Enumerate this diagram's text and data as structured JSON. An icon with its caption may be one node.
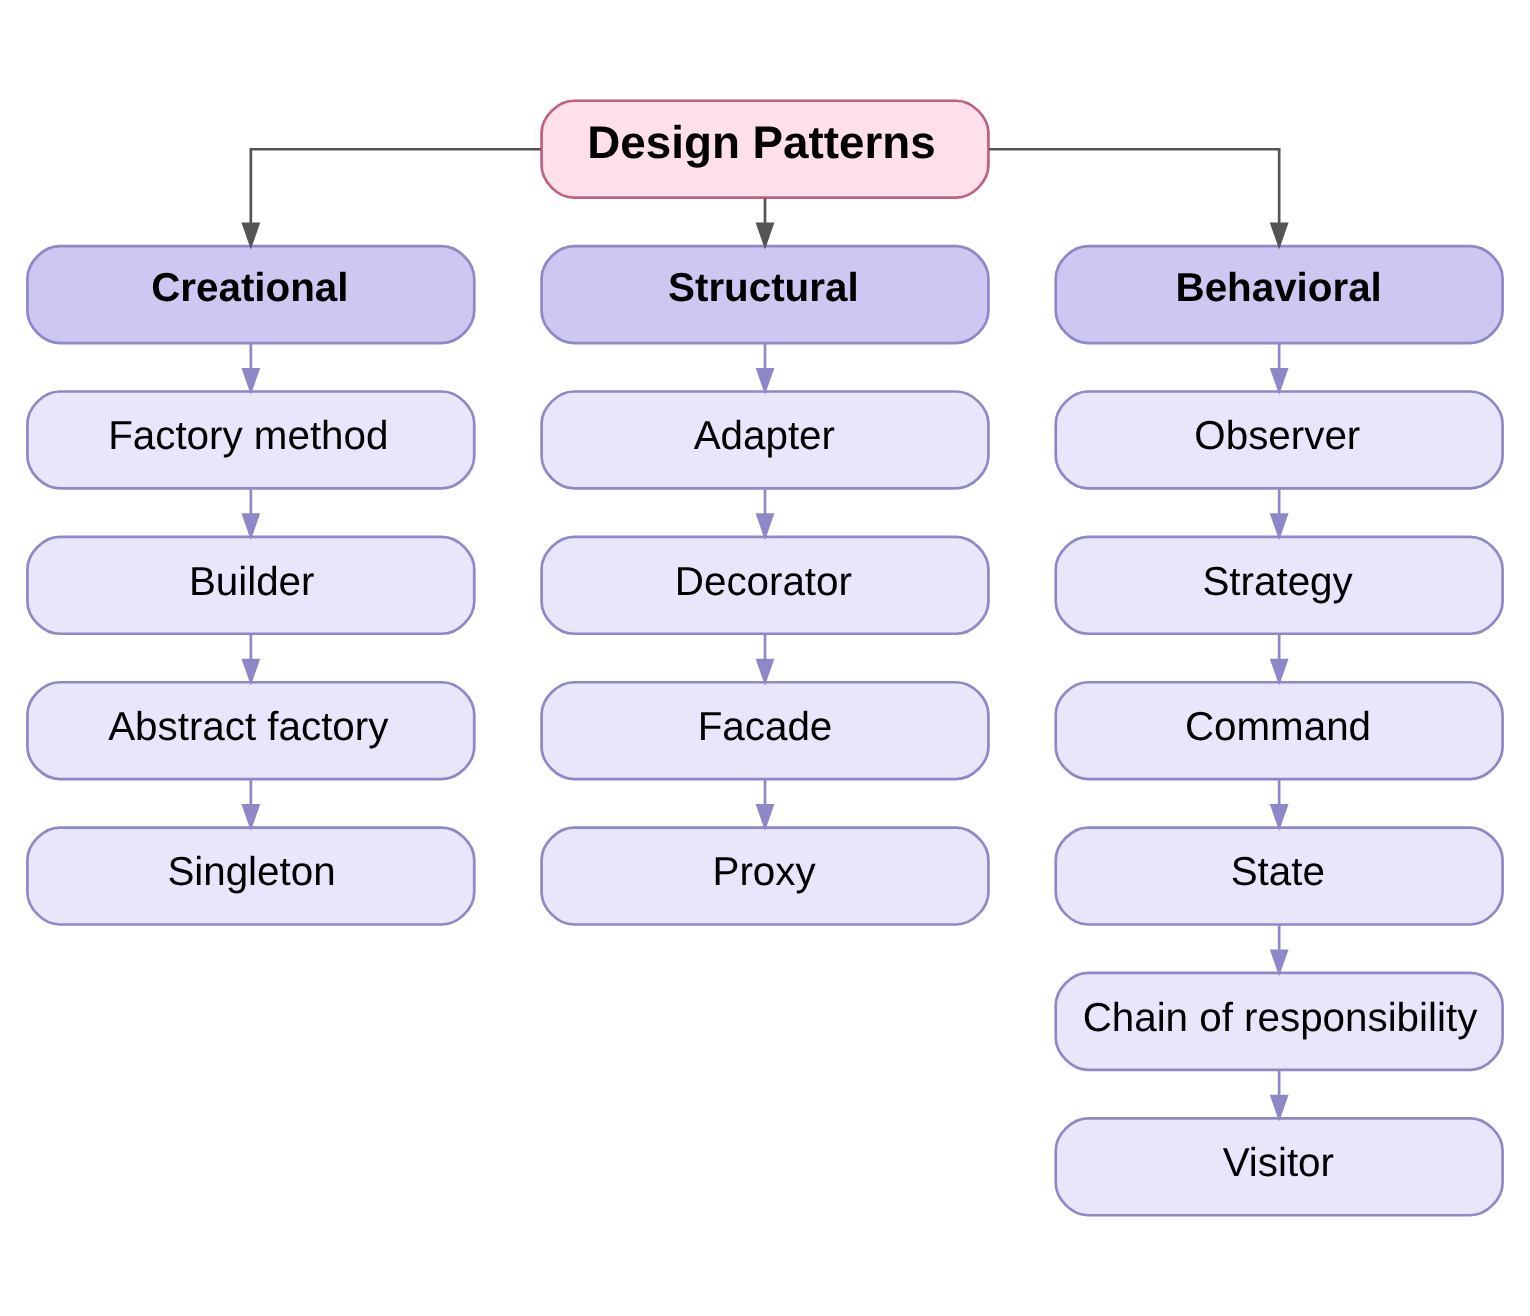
{
  "diagram": {
    "nodes": [
      {
        "text": [
          "Design Patterns"
        ]
      },
      {
        "text": [
          "Creational"
        ]
      },
      {
        "text": [
          "Factory method"
        ]
      },
      {
        "text": [
          "Builder"
        ]
      },
      {
        "text": [
          "Abstract factory"
        ]
      },
      {
        "text": [
          "Singleton"
        ]
      },
      {
        "text": [
          "Structural"
        ]
      },
      {
        "text": [
          "Adapter"
        ]
      },
      {
        "text": [
          "Decorator"
        ]
      },
      {
        "text": [
          "Facade"
        ]
      },
      {
        "text": [
          "Proxy"
        ]
      },
      {
        "text": [
          "Behavioral"
        ]
      },
      {
        "text": [
          "Observer"
        ]
      },
      {
        "text": [
          "Strategy"
        ]
      },
      {
        "text": [
          "Command"
        ]
      },
      {
        "text": [
          "State"
        ]
      },
      {
        "text": [
          "Chain of responsibility"
        ]
      },
      {
        "text": [
          "Visitor"
        ]
      }
    ],
    "edges": [
      {
        "from": 0,
        "to": 1,
        "arrow": "to",
        "color": "#555555"
      },
      {
        "from": 0,
        "to": 6,
        "arrow": "to",
        "color": "#555555"
      },
      {
        "from": 0,
        "to": 11,
        "arrow": "to",
        "color": "#555555"
      },
      {
        "from": 1,
        "to": 2,
        "arrow": "to"
      },
      {
        "from": 2,
        "to": 3,
        "arrow": "to"
      },
      {
        "from": 3,
        "to": 4,
        "arrow": "to"
      },
      {
        "from": 4,
        "to": 5,
        "arrow": "to"
      },
      {
        "from": 6,
        "to": 7,
        "arrow": "to"
      },
      {
        "from": 7,
        "to": 8,
        "arrow": "to"
      },
      {
        "from": 8,
        "to": 9,
        "arrow": "to"
      },
      {
        "from": 9,
        "to": 10,
        "arrow": "to"
      },
      {
        "from": 11,
        "to": 12,
        "arrow": "to"
      },
      {
        "from": 12,
        "to": 13,
        "arrow": "to"
      },
      {
        "from": 13,
        "to": 14,
        "arrow": "to"
      },
      {
        "from": 14,
        "to": 15,
        "arrow": "to"
      },
      {
        "from": 15,
        "to": 16,
        "arrow": "to"
      },
      {
        "from": 16,
        "to": 17,
        "arrow": "to"
      }
    ]
  }
}
